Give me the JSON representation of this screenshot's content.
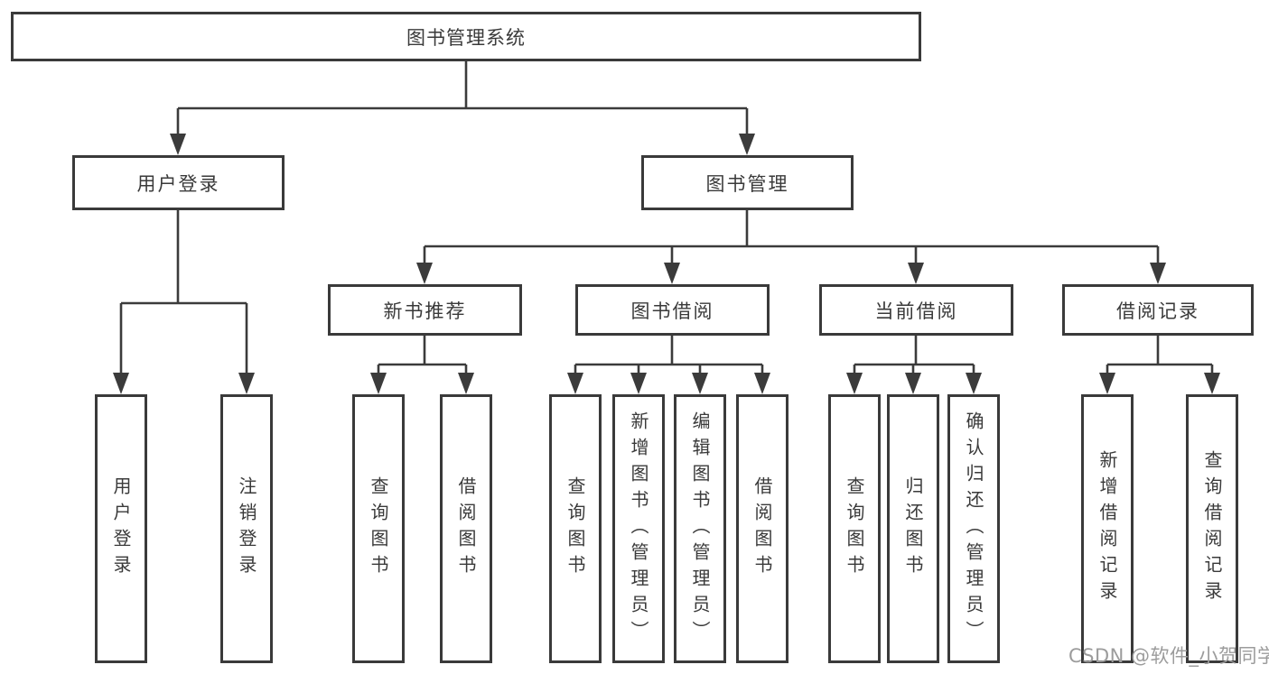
{
  "diagram": {
    "root": {
      "label": "图书管理系统"
    },
    "level2": [
      {
        "label": "用户登录",
        "children": [
          {
            "label": "用户登录"
          },
          {
            "label": "注销登录"
          }
        ]
      },
      {
        "label": "图书管理",
        "children": [
          {
            "label": "新书推荐",
            "children": [
              {
                "label": "查询图书"
              },
              {
                "label": "借阅图书"
              }
            ]
          },
          {
            "label": "图书借阅",
            "children": [
              {
                "label": "查询图书"
              },
              {
                "label": "新增图书（管理员）"
              },
              {
                "label": "编辑图书（管理员）"
              },
              {
                "label": "借阅图书"
              }
            ]
          },
          {
            "label": "当前借阅",
            "children": [
              {
                "label": "查询图书"
              },
              {
                "label": "归还图书"
              },
              {
                "label": "确认归还（管理员）"
              }
            ]
          },
          {
            "label": "借阅记录",
            "children": [
              {
                "label": "新增借阅记录"
              },
              {
                "label": "查询借阅记录"
              }
            ]
          }
        ]
      }
    ]
  },
  "watermark": {
    "text": "CSDN @软件_小贺同学"
  },
  "colors": {
    "line": "#3b3b3b",
    "border": "#3a3a3a",
    "text": "#3a3a3a",
    "box_background": "#ffffff",
    "page_background": "#ffffff",
    "watermark": "#9c9c9c"
  }
}
